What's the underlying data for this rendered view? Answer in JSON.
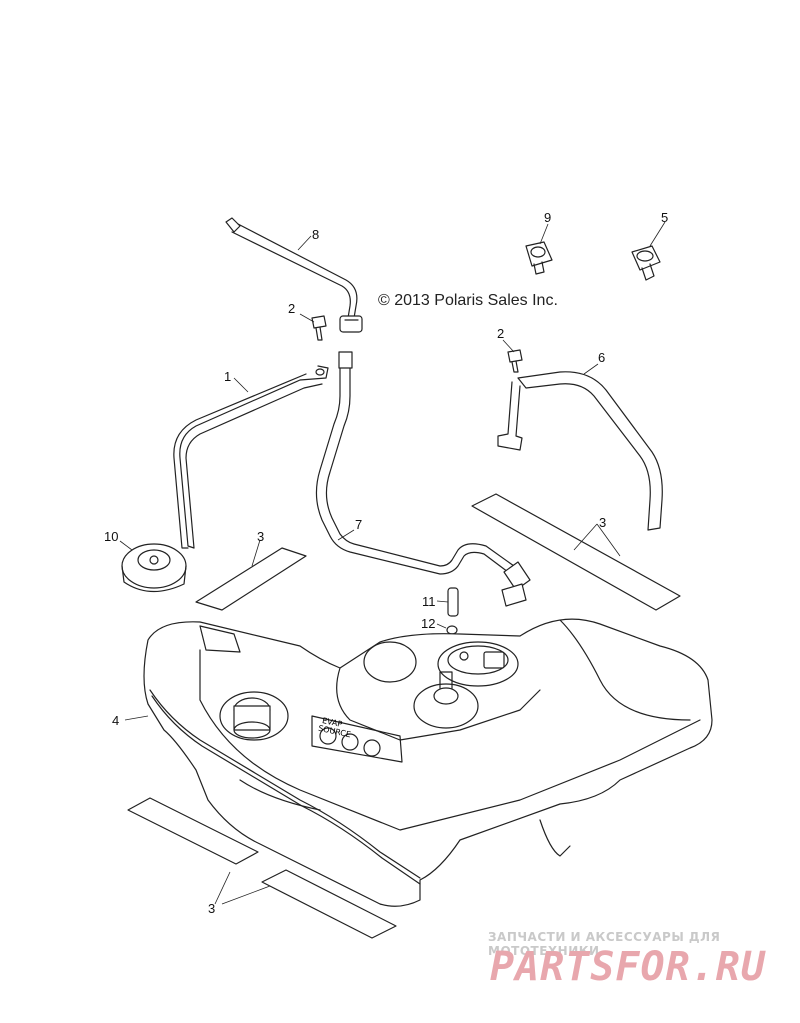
{
  "copyright": "© 2013 Polaris Sales Inc.",
  "watermark": {
    "line1": "ЗАПЧАСТИ И АКСЕССУАРЫ ДЛЯ МОТОТЕХНИКИ",
    "line2": "PARTSFOR.RU"
  },
  "callouts": {
    "c1": "1",
    "c2a": "2",
    "c2b": "2",
    "c3a": "3",
    "c3b": "3",
    "c3c": "3",
    "c4": "4",
    "c5": "5",
    "c6": "6",
    "c7": "7",
    "c8": "8",
    "c9": "9",
    "c10": "10",
    "c11": "11",
    "c12": "12"
  },
  "tank_text": {
    "line1": "EVAP",
    "line2": "SOURCE"
  },
  "colors": {
    "line": "#222222",
    "watermark_red": "#e8a7ad",
    "watermark_gray": "#c9c9c9"
  }
}
